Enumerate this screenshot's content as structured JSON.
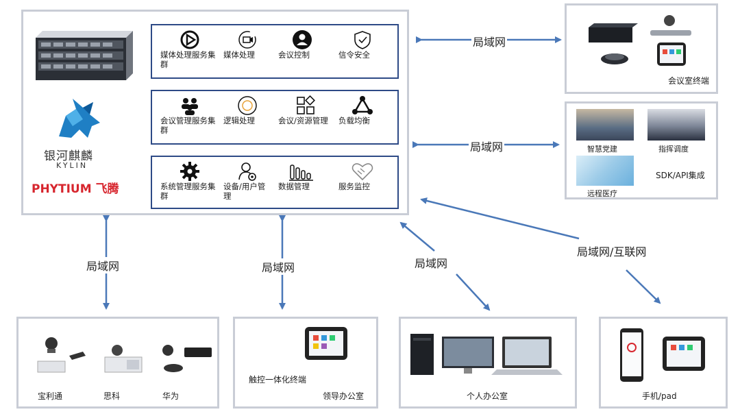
{
  "server": {
    "brand_main": "银河麒麟",
    "brand_sub": "KYLIN",
    "brand_chip_en": "PHYTIUM",
    "brand_chip_cn": "飞腾",
    "rows": [
      [
        "媒体处理服务集群",
        "媒体处理",
        "会议控制",
        "信令安全"
      ],
      [
        "会议管理服务集群",
        "逻辑处理",
        "会议/资源管理",
        "负载均衡"
      ],
      [
        "系统管理服务集群",
        "设备/用户管理",
        "数据管理",
        "服务监控"
      ]
    ]
  },
  "links": {
    "top": "局域网",
    "mid": "局域网",
    "left": "局域网",
    "center": "局域网",
    "right": "局域网",
    "internet": "局域网/互联网"
  },
  "right_boxes": {
    "conference_terminal": "会议室终端",
    "smart_party": "智慧党建",
    "command": "指挥调度",
    "telemedicine": "远程医疗",
    "sdk": "SDK/API集成"
  },
  "bottom_boxes": {
    "vendor1": "宝利通",
    "vendor2": "思科",
    "vendor3": "华为",
    "touch_terminal": "触控一体化终端",
    "leader_office": "领导办公室",
    "personal_office": "个人办公室",
    "mobile": "手机/pad"
  },
  "colors": {
    "accent": "#2d4a86",
    "arrow": "#4a78b8",
    "border": "#c9cdd6",
    "brand_red": "#d7262e",
    "kylin_blue": "#1f7fc4"
  }
}
